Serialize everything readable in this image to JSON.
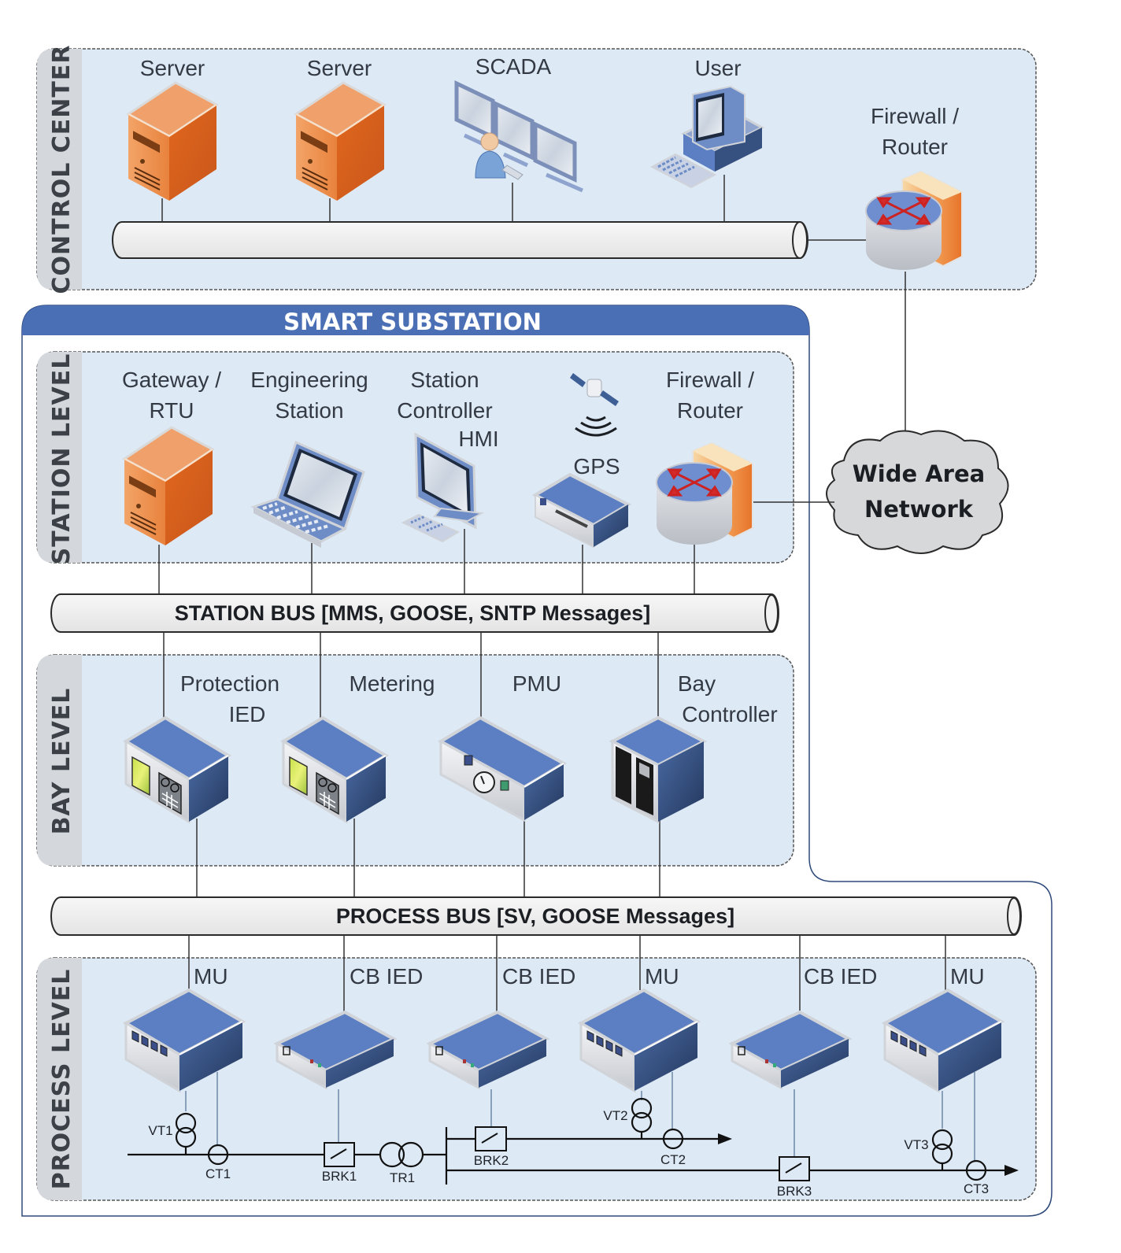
{
  "title": "SMART SUBSTATION",
  "colors": {
    "panel_fill": "#dde9f5",
    "side_band": "#d4d8dd",
    "title_bar": "#4a6fb5",
    "device_top": "#5b7fc2",
    "device_side": "#2f4a7a",
    "server_orange": "#e8762d",
    "bus_fill": "#eeeeee"
  },
  "control_center": {
    "label": "CONTROL CENTER",
    "devices": [
      {
        "label": "Server",
        "icon": "server-icon"
      },
      {
        "label": "Server",
        "icon": "server-icon"
      },
      {
        "label": "SCADA",
        "icon": "scada-workstation-icon"
      },
      {
        "label": "User",
        "icon": "desktop-computer-icon"
      }
    ],
    "firewall": {
      "line1": "Firewall /",
      "line2": "Router",
      "icon": "firewall-router-icon"
    }
  },
  "wan": {
    "line1": "Wide Area",
    "line2": "Network",
    "icon": "cloud-icon"
  },
  "station_level": {
    "label": "STATION LEVEL",
    "devices": [
      {
        "lines": [
          "Gateway /",
          "RTU"
        ],
        "icon": "server-icon"
      },
      {
        "lines": [
          "Engineering",
          "Station"
        ],
        "icon": "laptop-icon"
      },
      {
        "lines": [
          "Station",
          "Controller",
          "HMI"
        ],
        "icon": "monitor-icon"
      },
      {
        "lines": [
          "GPS"
        ],
        "icon": "gps-receiver-icon"
      },
      {
        "lines": [
          "Firewall /",
          "Router"
        ],
        "icon": "firewall-router-icon"
      }
    ]
  },
  "station_bus": {
    "label": "STATION BUS [MMS, GOOSE, SNTP Messages]"
  },
  "bay_level": {
    "label": "BAY LEVEL",
    "devices": [
      {
        "lines": [
          "Protection",
          "IED"
        ],
        "icon": "protection-ied-icon"
      },
      {
        "lines": [
          "Metering"
        ],
        "icon": "meter-icon"
      },
      {
        "lines": [
          "PMU"
        ],
        "icon": "pmu-icon"
      },
      {
        "lines": [
          "Bay",
          "Controller"
        ],
        "icon": "bay-controller-icon"
      }
    ]
  },
  "process_bus": {
    "label": "PROCESS BUS [SV, GOOSE Messages]"
  },
  "process_level": {
    "label": "PROCESS LEVEL",
    "devices": [
      {
        "label": "MU",
        "icon": "merging-unit-icon"
      },
      {
        "label": "CB IED",
        "icon": "cb-ied-icon"
      },
      {
        "label": "CB IED",
        "icon": "cb-ied-icon"
      },
      {
        "label": "MU",
        "icon": "merging-unit-icon"
      },
      {
        "label": "CB IED",
        "icon": "cb-ied-icon"
      },
      {
        "label": "MU",
        "icon": "merging-unit-icon"
      }
    ],
    "single_line": {
      "VT1": "VT1",
      "CT1": "CT1",
      "BRK1": "BRK1",
      "TR1": "TR1",
      "BRK2": "BRK2",
      "VT2": "VT2",
      "CT2": "CT2",
      "BRK3": "BRK3",
      "VT3": "VT3",
      "CT3": "CT3"
    }
  }
}
